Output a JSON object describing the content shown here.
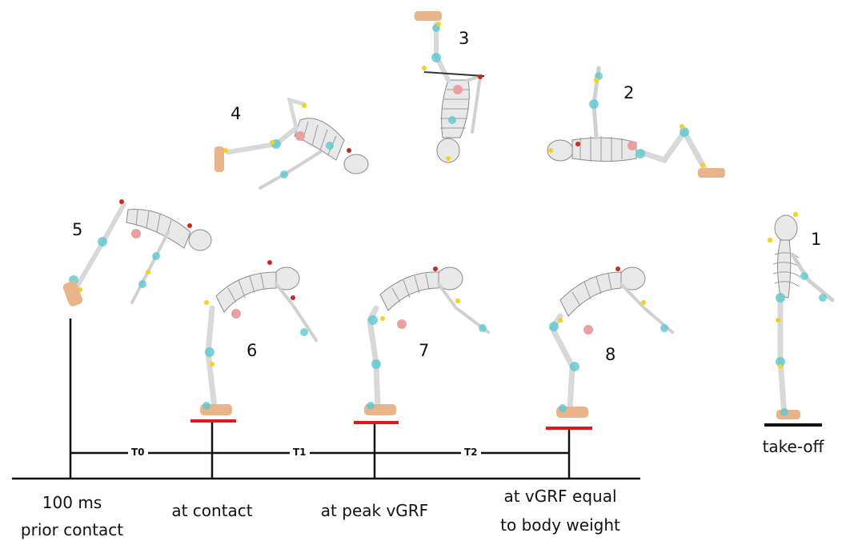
{
  "phases": [
    {
      "num": "1"
    },
    {
      "num": "2"
    },
    {
      "num": "3"
    },
    {
      "num": "4"
    },
    {
      "num": "5"
    },
    {
      "num": "6"
    },
    {
      "num": "7"
    },
    {
      "num": "8"
    }
  ],
  "labels": {
    "takeoff": "take-off",
    "prior_contact_1": "100 ms",
    "prior_contact_2": "prior contact",
    "contact": "at contact",
    "peak": "at peak vGRF",
    "equal_1": "at vGRF equal",
    "equal_2": "to body weight"
  },
  "intervals": {
    "t0": "T0",
    "t1": "T1",
    "t2": "T2"
  },
  "colors": {
    "bone": "#e8e8e8",
    "bone_edge": "#8a8a8a",
    "joint_marker": "#5bc8d0",
    "marker_yellow": "#f2d21c",
    "marker_red": "#c8281e",
    "com": "#e8a0a0",
    "foot": "#e9b48a",
    "force_plate": "#e01a1a",
    "ground": "#111111"
  }
}
